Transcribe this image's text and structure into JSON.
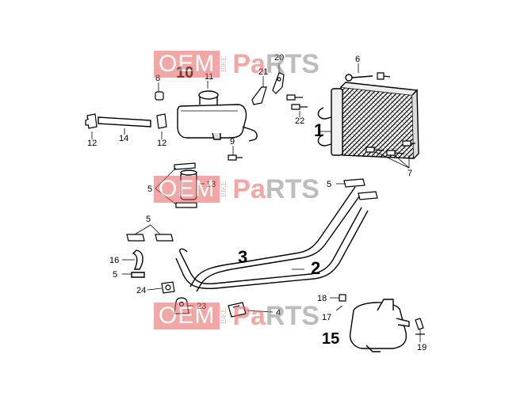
{
  "labels": {
    "l1": "1",
    "l2": "2",
    "l3": "3",
    "l4": "4",
    "l5a": "5",
    "l5b": "5",
    "l5c": "5",
    "l5d": "5",
    "l6": "6",
    "l7": "7",
    "l8": "8",
    "l9": "9",
    "l10": "10",
    "l11": "11",
    "l12a": "12",
    "l12b": "12",
    "l13": "13",
    "l14": "14",
    "l15": "15",
    "l16": "16",
    "l17": "17",
    "l18": "18",
    "l19": "19",
    "l20": "20",
    "l21": "21",
    "l22": "22",
    "l23": "23",
    "l24": "24"
  },
  "watermark": {
    "oem": "OEM",
    "bike": "BIKE",
    "pa": "Pa",
    "rts": "RTS"
  },
  "colors": {
    "line": "#000000",
    "watermark_red": "#e7615d",
    "watermark_gray": "#888888"
  }
}
